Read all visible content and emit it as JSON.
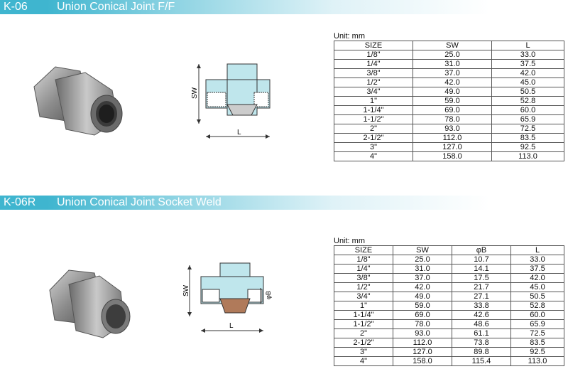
{
  "sections": [
    {
      "code": "K-06",
      "title": "Union Conical Joint F/F",
      "unit": "Unit: mm",
      "diagram_labels": {
        "sw": "SW",
        "l": "L"
      },
      "columns": [
        "SIZE",
        "SW",
        "L"
      ],
      "rows": [
        [
          "1/8\"",
          "25.0",
          "33.0"
        ],
        [
          "1/4\"",
          "31.0",
          "37.5"
        ],
        [
          "3/8\"",
          "37.0",
          "42.0"
        ],
        [
          "1/2\"",
          "42.0",
          "45.0"
        ],
        [
          "3/4\"",
          "49.0",
          "50.5"
        ],
        [
          "1\"",
          "59.0",
          "52.8"
        ],
        [
          "1-1/4\"",
          "69.0",
          "60.0"
        ],
        [
          "1-1/2\"",
          "78.0",
          "65.9"
        ],
        [
          "2\"",
          "93.0",
          "72.5"
        ],
        [
          "2-1/2\"",
          "112.0",
          "83.5"
        ],
        [
          "3\"",
          "127.0",
          "92.5"
        ],
        [
          "4\"",
          "158.0",
          "113.0"
        ]
      ]
    },
    {
      "code": "K-06R",
      "title": "Union Conical Joint Socket Weld",
      "unit": "Unit: mm",
      "diagram_labels": {
        "sw": "SW",
        "l": "L",
        "b": "φB"
      },
      "columns": [
        "SIZE",
        "SW",
        "φB",
        "L"
      ],
      "rows": [
        [
          "1/8\"",
          "25.0",
          "10.7",
          "33.0"
        ],
        [
          "1/4\"",
          "31.0",
          "14.1",
          "37.5"
        ],
        [
          "3/8\"",
          "37.0",
          "17.5",
          "42.0"
        ],
        [
          "1/2\"",
          "42.0",
          "21.7",
          "45.0"
        ],
        [
          "3/4\"",
          "49.0",
          "27.1",
          "50.5"
        ],
        [
          "1\"",
          "59.0",
          "33.8",
          "52.8"
        ],
        [
          "1-1/4\"",
          "69.0",
          "42.6",
          "60.0"
        ],
        [
          "1-1/2\"",
          "78.0",
          "48.6",
          "65.9"
        ],
        [
          "2\"",
          "93.0",
          "61.1",
          "72.5"
        ],
        [
          "2-1/2\"",
          "112.0",
          "73.8",
          "83.5"
        ],
        [
          "3\"",
          "127.0",
          "89.8",
          "92.5"
        ],
        [
          "4\"",
          "158.0",
          "115.4",
          "113.0"
        ]
      ]
    }
  ],
  "colors": {
    "accent": "#3fb5cf",
    "diagram_fill": "#bfe6ec",
    "metal": "#8a8a8a"
  },
  "icons": [
    "union-fitting-photo",
    "union-cross-section-diagram"
  ]
}
